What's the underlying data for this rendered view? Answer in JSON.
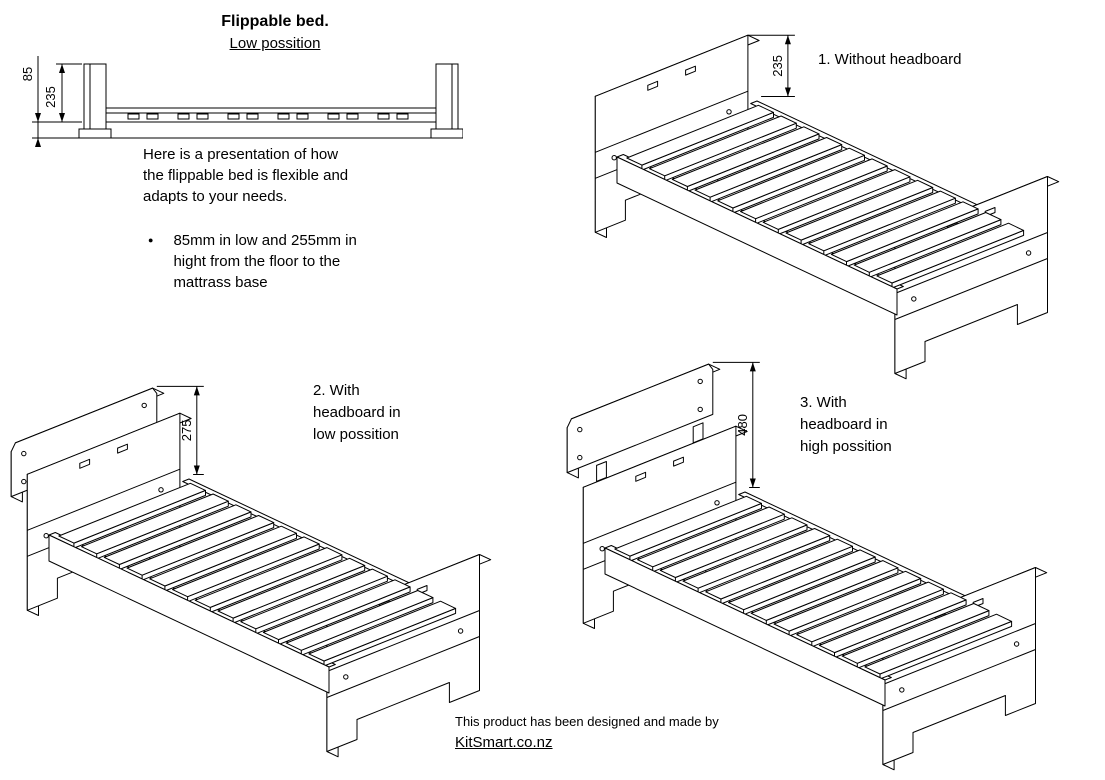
{
  "header": {
    "title": "Flippable bed.",
    "subtitle": "Low possition"
  },
  "intro": {
    "paragraph": "Here is a presentation of how\nthe flippable bed is flexible and\nadapts to your needs.",
    "bullet_marker": "●",
    "bullet": "85mm in low and 255mm in\nhight from the floor to the\nmattrass base"
  },
  "side_view": {
    "dim_height_low": "85",
    "dim_panel": "235"
  },
  "figures": [
    {
      "label": "1. Without headboard",
      "dimension": "235",
      "headboard": "none"
    },
    {
      "label": "2. With\nheadboard in\nlow possition",
      "dimension": "275",
      "headboard": "low"
    },
    {
      "label": "3. With\nheadboard in\nhigh possition",
      "dimension": "480",
      "headboard": "high"
    }
  ],
  "footer": {
    "credit": "This product has been designed and made by",
    "link": "KitSmart.co.nz"
  },
  "colors": {
    "ink": "#000000",
    "background": "#ffffff"
  }
}
